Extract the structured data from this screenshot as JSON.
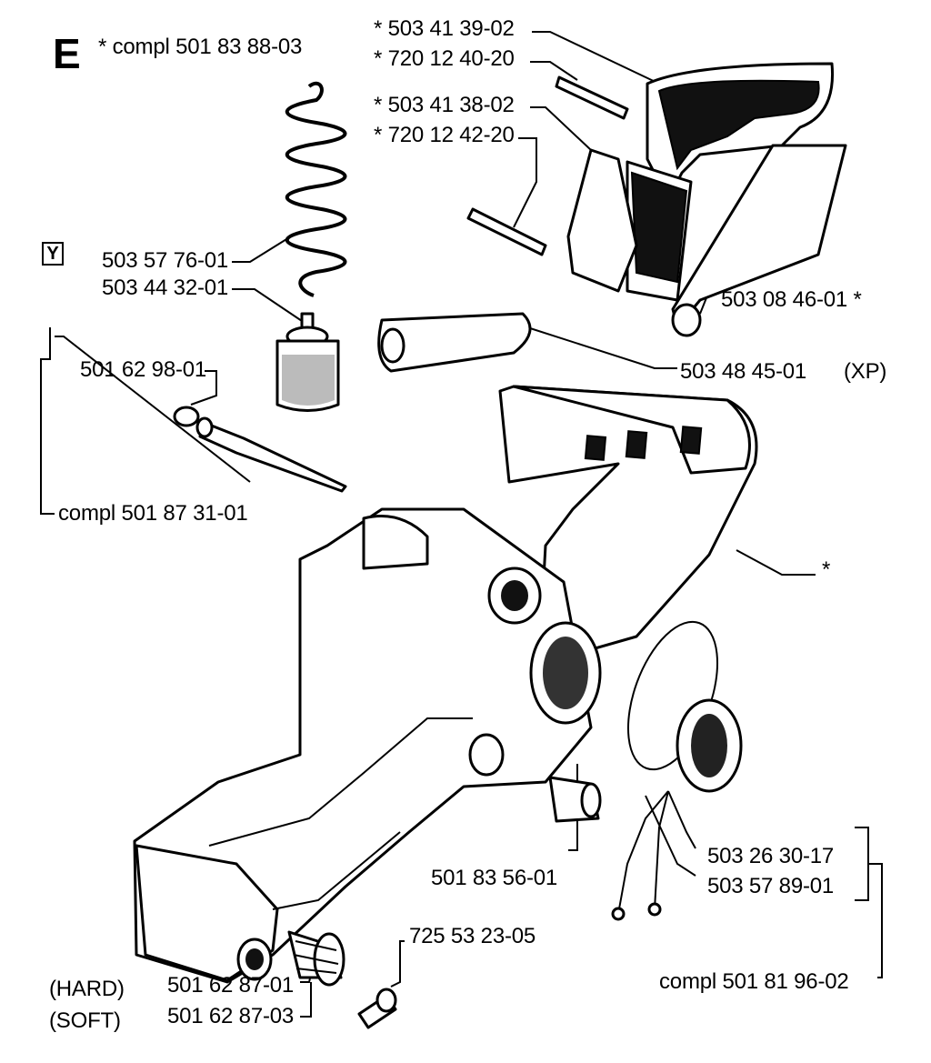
{
  "codes": {
    "e": "E",
    "y": "Y"
  },
  "labels": {
    "compl_e": "* compl 501 83 88-03",
    "p503413902": "* 503 41 39-02",
    "p720124020": "* 720 12 40-20",
    "p503413802": "* 503 41 38-02",
    "p720124220": "* 720 12 42-20",
    "p503577601": "503 57 76-01",
    "p503443201": "503 44 32-01",
    "p501629801": "501 62 98-01",
    "compl_filter": "compl 501 87 31-01",
    "p503084601": "503 08 46-01 *",
    "p503484501": "503 48 45-01",
    "xp": "(XP)",
    "star": "*",
    "p503263017": "503 26 30-17",
    "p503578901": "503 57 89-01",
    "p501835601": "501 83 56-01",
    "p725532305": "725 53 23-05",
    "compl_cap": "compl 501 81 96-02",
    "hard": "(HARD)",
    "soft": "(SOFT)",
    "p501628701": "501 62 87-01",
    "p501628703": "501 62 87-03"
  }
}
